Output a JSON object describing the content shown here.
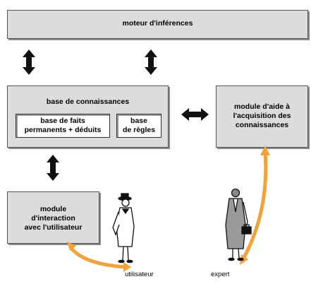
{
  "nodes": {
    "inference_engine": "moteur d'inférences",
    "knowledge_base": "base de connaissances",
    "facts_base": [
      "base de faits",
      "permanents + déduits"
    ],
    "rules_base": [
      "base",
      "de règles"
    ],
    "acquisition_module": [
      "module d'aide à",
      "l'acquisition des",
      "connaissances"
    ],
    "interaction_module": [
      "module",
      "d'interaction",
      "avec l'utilisateur"
    ]
  },
  "actors": {
    "user": "utilisateur",
    "expert": "expert"
  },
  "colors": {
    "box_fill": "#dcdcdc",
    "arrow_black": "#111111",
    "arrow_orange": "#f2a23a"
  }
}
